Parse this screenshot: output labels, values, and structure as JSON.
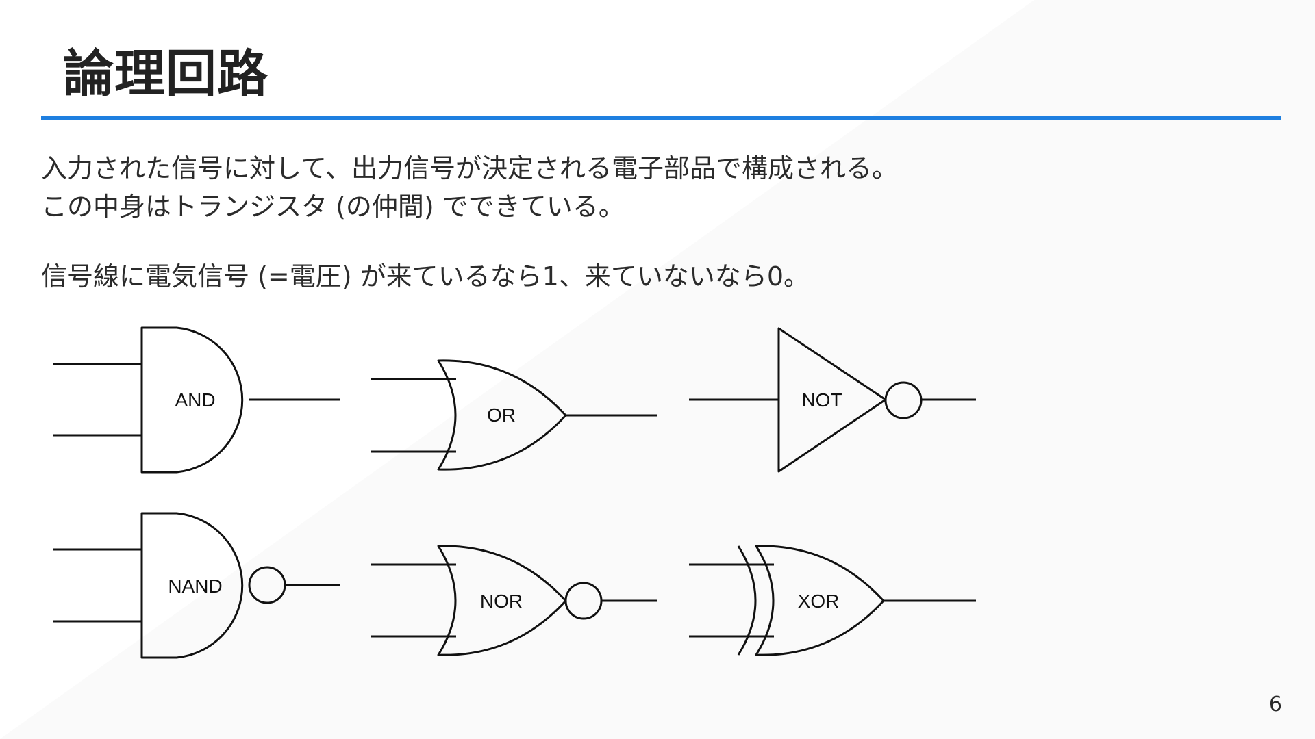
{
  "slide": {
    "title": "論理回路",
    "paragraphs": [
      "入力された信号に対して、出力信号が決定される電子部品で構成される。",
      "この中身はトランジスタ (の仲間) でできている。",
      "信号線に電気信号 (=電圧) が来ているなら1、来ていないなら0。"
    ],
    "page_number": "6"
  },
  "gates": [
    {
      "type": "and-gate",
      "label": "AND"
    },
    {
      "type": "or-gate",
      "label": "OR"
    },
    {
      "type": "not-gate",
      "label": "NOT"
    },
    {
      "type": "nand-gate",
      "label": "NAND"
    },
    {
      "type": "nor-gate",
      "label": "NOR"
    },
    {
      "type": "xor-gate",
      "label": "XOR"
    }
  ],
  "colors": {
    "accent": "#1e7fe0",
    "text": "#2b2b2b",
    "gate_stroke": "#111111"
  }
}
